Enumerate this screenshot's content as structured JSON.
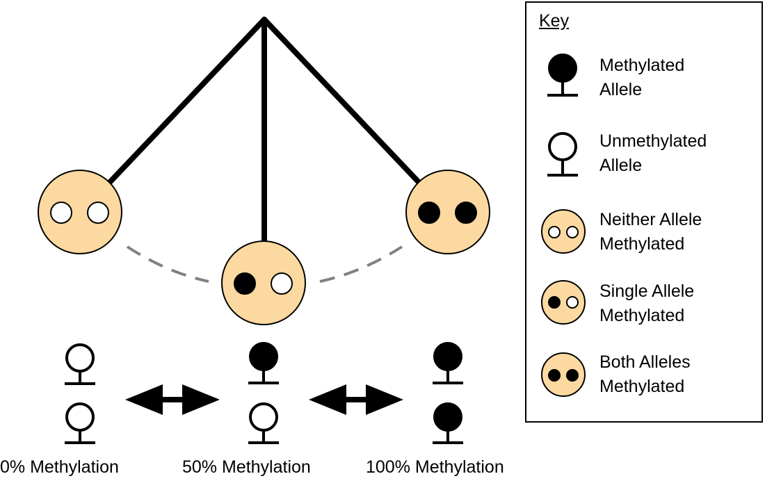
{
  "colors": {
    "cell_fill": "#FBD9A0",
    "stroke": "#000000",
    "dashed_path": "#808080",
    "methylated": "#000000",
    "unmethylated": "#ffffff"
  },
  "bottom_labels": {
    "zero": "0% Methylation",
    "fifty": "50% Methylation",
    "hundred": "100% Methylation"
  },
  "key": {
    "title": "Key",
    "items": [
      {
        "line1": "Methylated",
        "line2": "Allele",
        "icon": "methylated-allele-icon"
      },
      {
        "line1": "Unmethylated",
        "line2": "Allele",
        "icon": "unmethylated-allele-icon"
      },
      {
        "line1": "Neither Allele",
        "line2": "Methylated",
        "icon": "neither-methylated-cell-icon"
      },
      {
        "line1": "Single Allele",
        "line2": "Methylated",
        "icon": "single-methylated-cell-icon"
      },
      {
        "line1": "Both Alleles",
        "line2": "Methylated",
        "icon": "both-methylated-cell-icon"
      }
    ]
  }
}
